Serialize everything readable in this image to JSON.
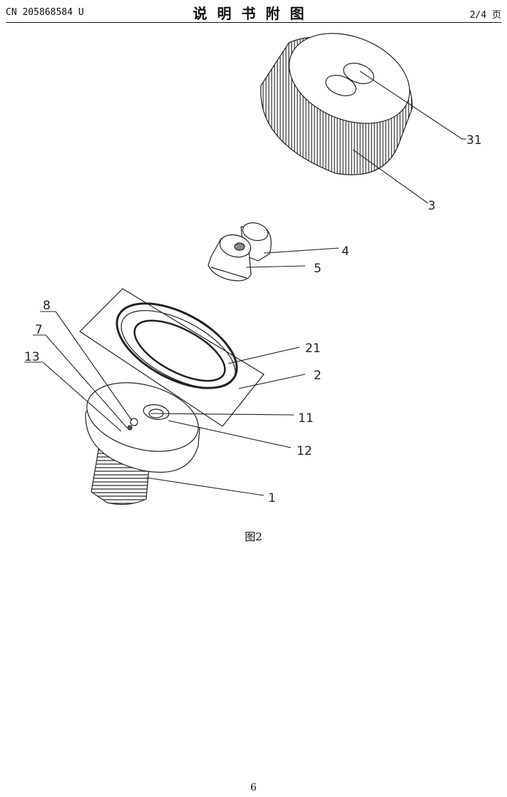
{
  "header": {
    "publication_number": "CN 205868584 U",
    "title": "说明书附图",
    "page_indicator": "2/4 页"
  },
  "figure": {
    "caption": "图2",
    "labels": {
      "l31": "31",
      "l3": "3",
      "l4": "4",
      "l5": "5",
      "l8": "8",
      "l7": "7",
      "l13": "13",
      "l21": "21",
      "l2": "2",
      "l11": "11",
      "l12": "12",
      "l1": "1"
    }
  },
  "footer": {
    "page_number": "6"
  }
}
